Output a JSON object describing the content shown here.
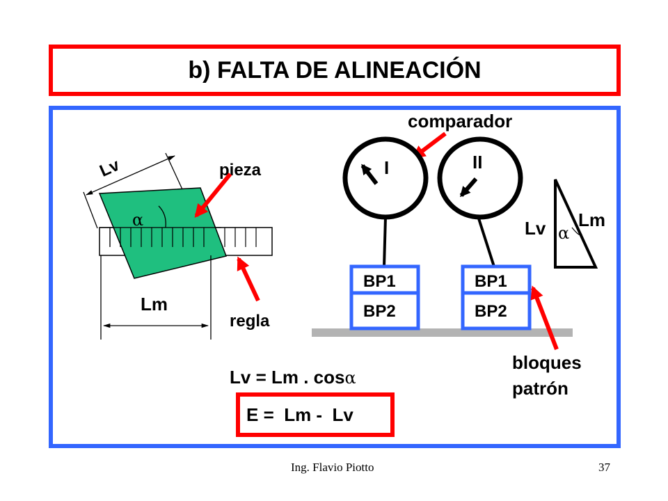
{
  "title": "b) FALTA DE ALINEACIÓN",
  "labels": {
    "lv_top": "Lv",
    "pieza": "pieza",
    "alpha": "α",
    "lm_bottom": "Lm",
    "regla": "regla",
    "comparador": "comparador",
    "dial1": "I",
    "dial2": "II",
    "bp1_left": "BP1",
    "bp2_left": "BP2",
    "bp1_right": "BP1",
    "bp2_right": "BP2",
    "lm_triangle": "Lm",
    "lv_triangle": "Lv",
    "alpha_triangle": "α",
    "bloques_line1": "bloques",
    "bloques_line2": "patrón"
  },
  "formula": {
    "prefix": "Lv = Lm . cos",
    "symbol": "α"
  },
  "error_formula": "E =  Lm -  Lv",
  "footer": {
    "author": "Ing.  Flavio Piotto",
    "page": "37"
  },
  "colors": {
    "title_border": "#ff0000",
    "panel_border": "#3366ff",
    "piece": "#1fbf7f",
    "arrow": "#ff0000",
    "block_border": "#3366ff",
    "table": "#b3b3b3",
    "error_border": "#ff0000"
  }
}
